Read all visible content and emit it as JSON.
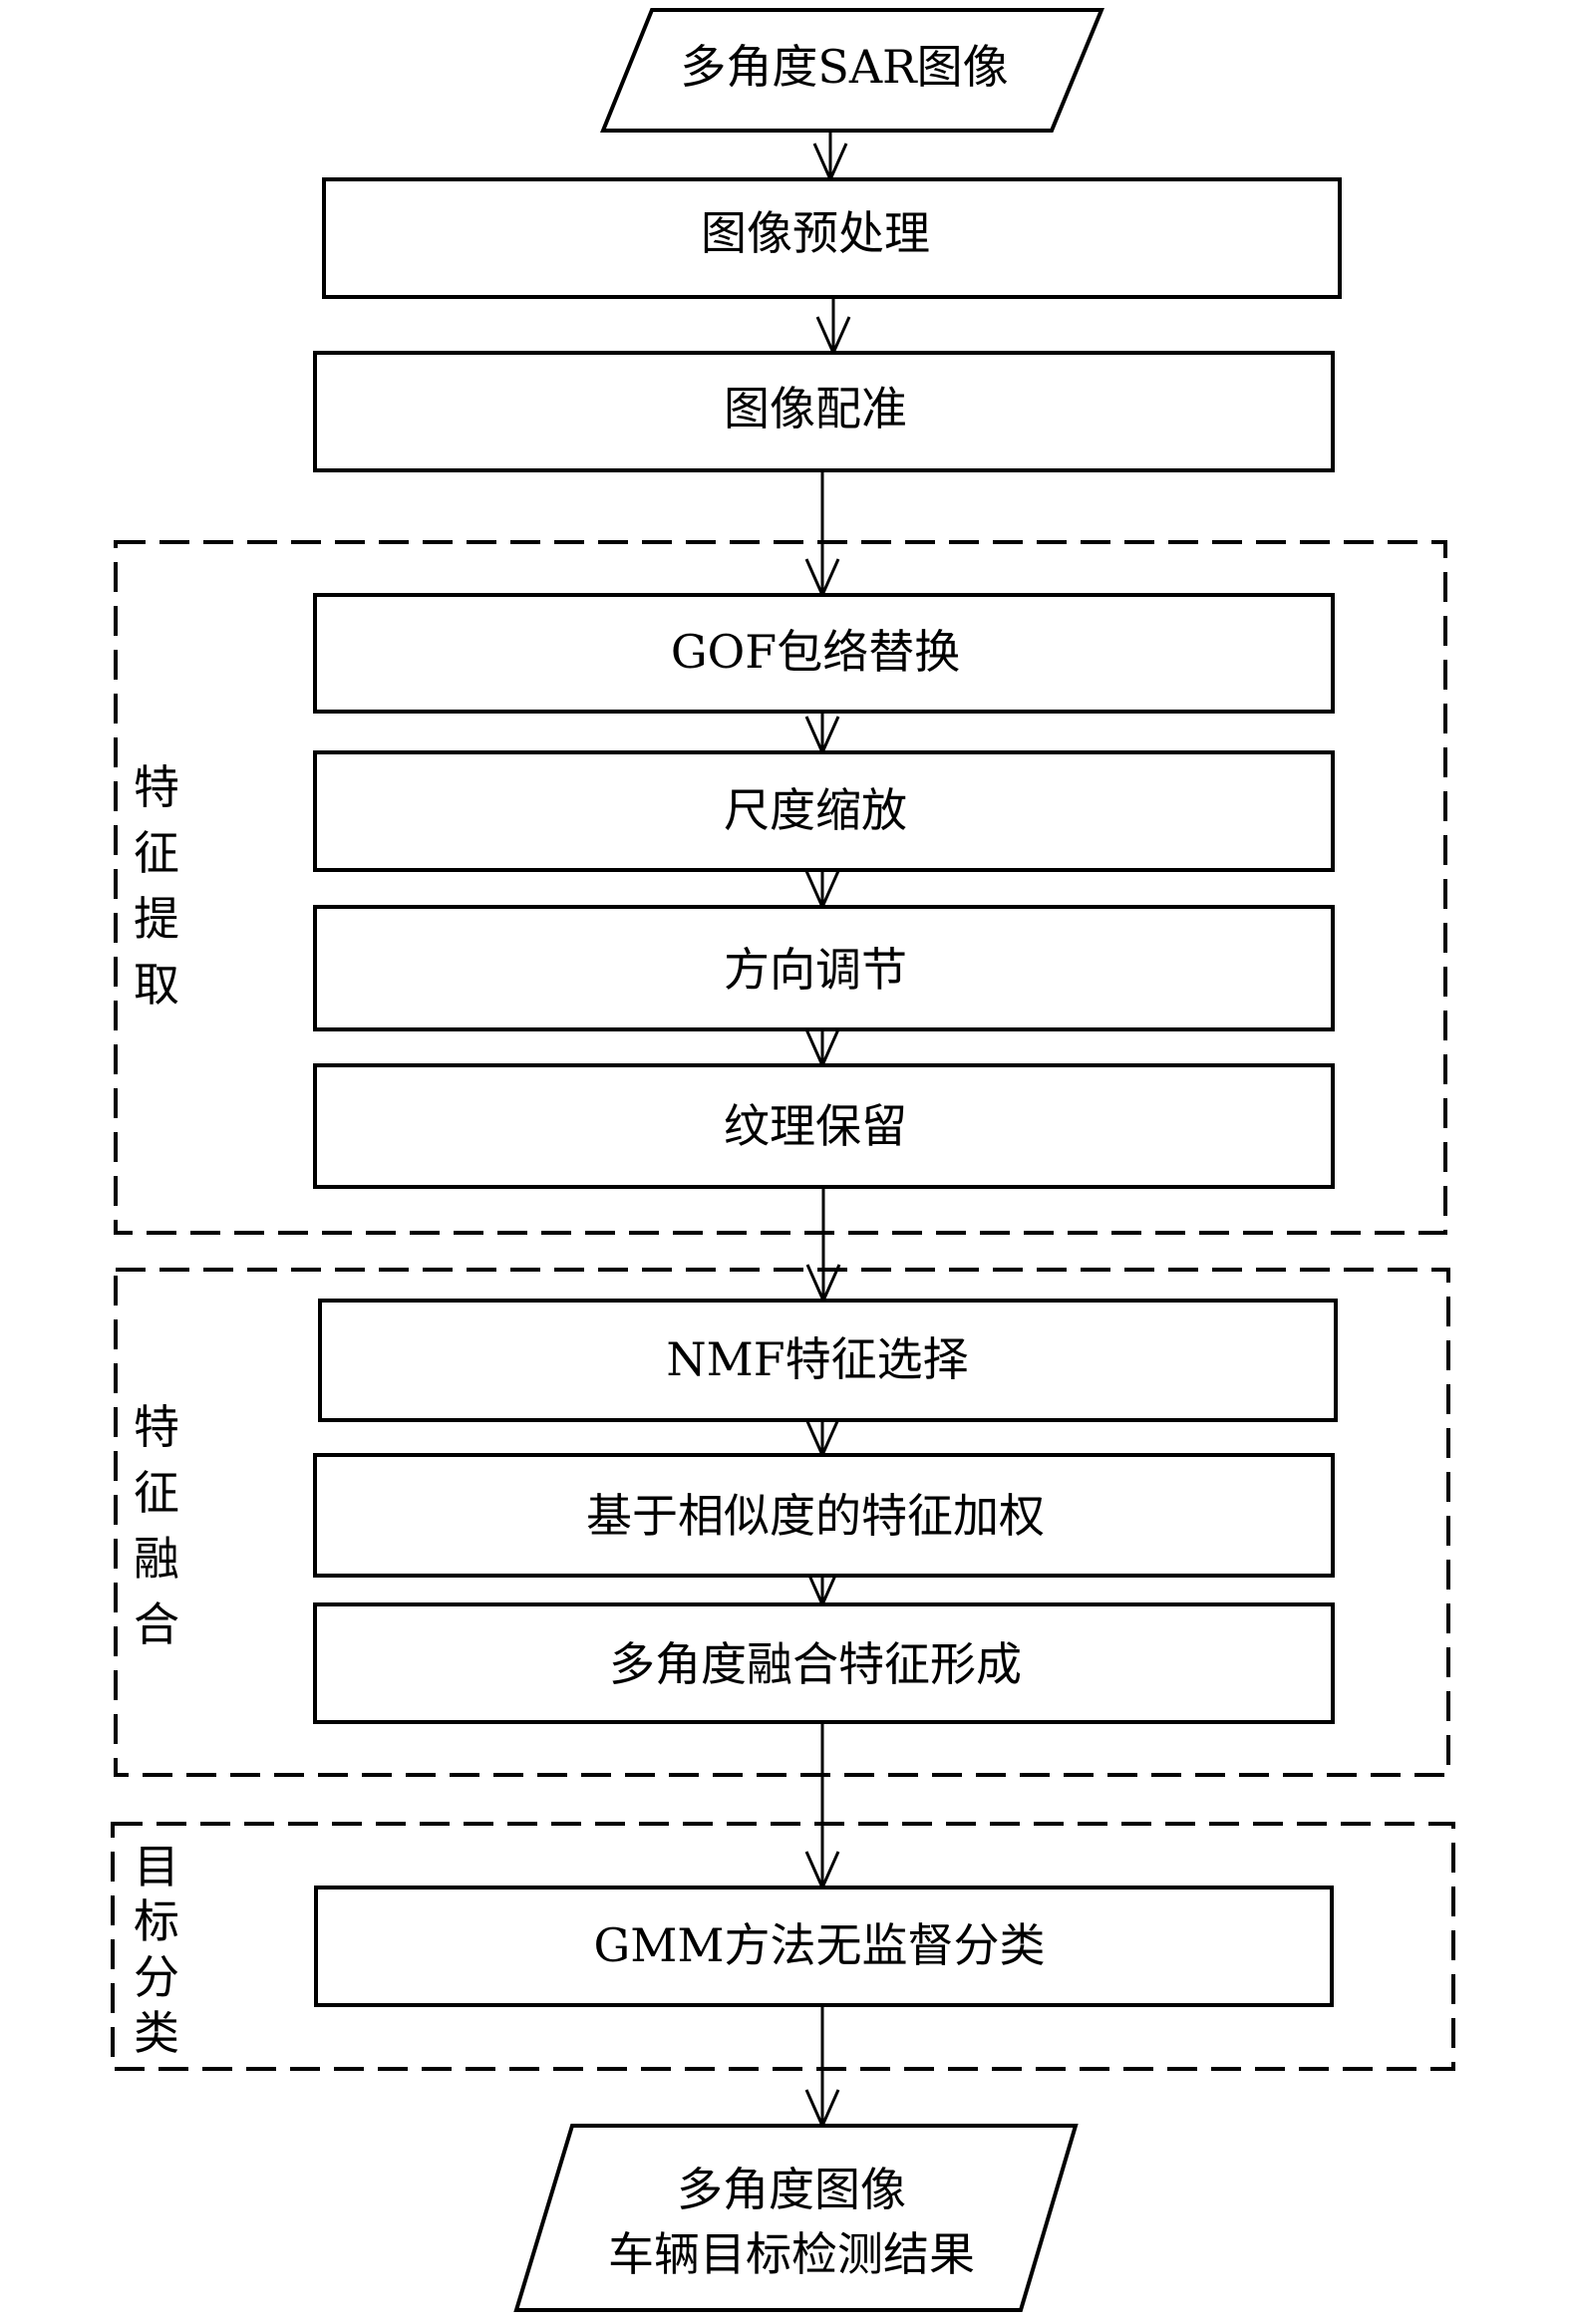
{
  "diagram": {
    "type": "flowchart",
    "colors": {
      "stroke": "#000000",
      "background": "#ffffff"
    },
    "input": {
      "id": "input",
      "shape": "parallelogram",
      "lines": [
        "多角度SAR图像"
      ]
    },
    "steps": [
      {
        "id": "preprocess",
        "label": "图像预处理"
      },
      {
        "id": "registration",
        "label": "图像配准"
      },
      {
        "id": "gof",
        "label": "GOF包络替换",
        "group": "feature_extraction"
      },
      {
        "id": "scale",
        "label": "尺度缩放",
        "group": "feature_extraction"
      },
      {
        "id": "orientation",
        "label": "方向调节",
        "group": "feature_extraction"
      },
      {
        "id": "texture",
        "label": "纹理保留",
        "group": "feature_extraction"
      },
      {
        "id": "nmf",
        "label": "NMF特征选择",
        "group": "feature_fusion"
      },
      {
        "id": "weighting",
        "label": "基于相似度的特征加权",
        "group": "feature_fusion"
      },
      {
        "id": "fused",
        "label": "多角度融合特征形成",
        "group": "feature_fusion"
      },
      {
        "id": "gmm",
        "label": "GMM方法无监督分类",
        "group": "target_classification"
      }
    ],
    "output": {
      "id": "output",
      "shape": "parallelogram",
      "lines": [
        "多角度图像",
        "车辆目标检测结果"
      ]
    },
    "groups": [
      {
        "id": "feature_extraction",
        "label_chars": [
          "特",
          "征",
          "提",
          "取"
        ]
      },
      {
        "id": "feature_fusion",
        "label_chars": [
          "特",
          "征",
          "融",
          "合"
        ]
      },
      {
        "id": "target_classification",
        "label_chars": [
          "目",
          "标",
          "分",
          "类"
        ]
      }
    ],
    "edges": [
      [
        "input",
        "preprocess"
      ],
      [
        "preprocess",
        "registration"
      ],
      [
        "registration",
        "gof"
      ],
      [
        "gof",
        "scale"
      ],
      [
        "scale",
        "orientation"
      ],
      [
        "orientation",
        "texture"
      ],
      [
        "texture",
        "nmf"
      ],
      [
        "nmf",
        "weighting"
      ],
      [
        "weighting",
        "fused"
      ],
      [
        "fused",
        "gmm"
      ],
      [
        "gmm",
        "output"
      ]
    ]
  }
}
